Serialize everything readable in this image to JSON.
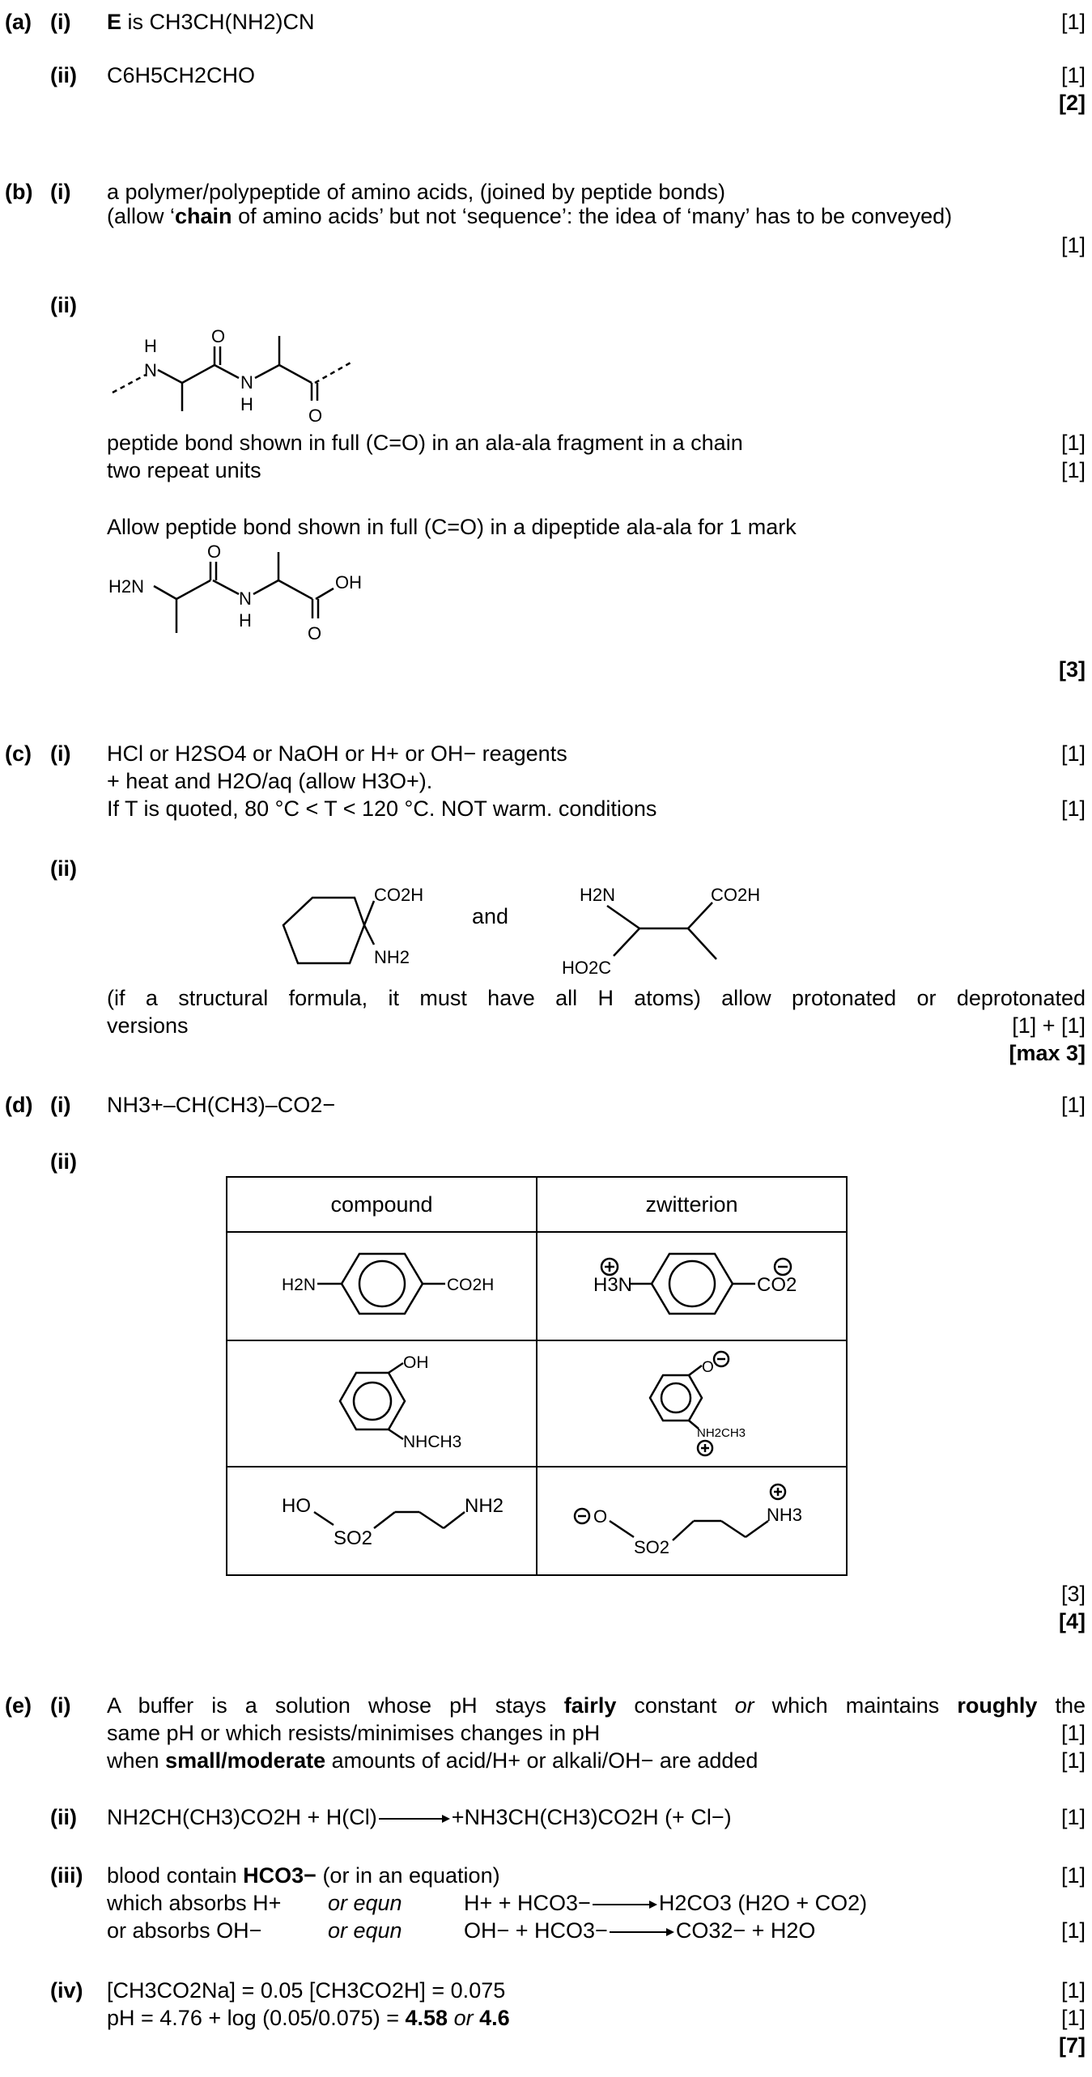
{
  "a": {
    "label": "(a)",
    "i_label": "(i)",
    "i_text_bold": "E",
    "i_text_rest": " is CH3CH(NH2)CN",
    "i_mark": "[1]",
    "ii_label": "(ii)",
    "ii_text": "C6H5CH2CHO",
    "ii_mark": "[1]",
    "total": "[2]"
  },
  "b": {
    "label": "(b)",
    "i_label": "(i)",
    "i_line1": "a polymer/polypeptide of amino acids, (joined by peptide bonds)",
    "i_line2_a": "(allow ‘",
    "i_line2_bold": "chain",
    "i_line2_b": " of amino acids’ but not ‘sequence’: the idea of ‘many’ has to be conveyed)",
    "i_mark": "[1]",
    "ii_label": "(ii)",
    "ii_line1": "peptide bond shown in full (C=O) in an ala-ala fragment in a chain",
    "ii_line1_mark": "[1]",
    "ii_line2": "two repeat units",
    "ii_line2_mark": "[1]",
    "ii_allow": "Allow peptide bond shown in full (C=O) in a dipeptide ala-ala for 1 mark",
    "total": "[3]",
    "struct1": {
      "n1": "H",
      "n1b": "N",
      "o1": "O",
      "n2": "N",
      "n2h": "H",
      "o2": "O"
    },
    "struct2": {
      "h2n": "H2N",
      "o1": "O",
      "n": "N",
      "h": "H",
      "oh": "OH",
      "o2": "O"
    }
  },
  "c": {
    "label": "(c)",
    "i_label": "(i)",
    "i_line1": "HCl or H2SO4 or NaOH or H+ or OH− reagents",
    "i_line1_mark": "[1]",
    "i_line2": "+ heat and H2O/aq (allow H3O+).",
    "i_line3": "If T is quoted, 80 °C < T < 120 °C. NOT warm. conditions",
    "i_line3_mark": "[1]",
    "ii_label": "(ii)",
    "ii_and": "and",
    "ii_struct1": {
      "co2h": "CO2H",
      "nh2": "NH2"
    },
    "ii_struct2": {
      "h2n": "H2N",
      "co2h": "CO2H",
      "ho2c": "HO2C"
    },
    "ii_note": "(if a structural formula, it must have all H atoms) allow protonated or deprotonated",
    "ii_note2": "versions",
    "ii_mark": "[1] + [1]",
    "total": "[max 3]"
  },
  "d": {
    "label": "(d)",
    "i_label": "(i)",
    "i_text": "NH3+–CH(CH3)–CO2−",
    "i_mark": "[1]",
    "ii_label": "(ii)",
    "table": {
      "headers": [
        "compound",
        "zwitterion"
      ],
      "rows": [
        {
          "compound": {
            "left": "H2N",
            "right": "CO2H"
          },
          "zwitterion": {
            "left": "H3N",
            "right": "CO2"
          }
        },
        {
          "compound": {
            "top": "OH",
            "bottom": "NHCH3"
          },
          "zwitterion": {
            "top": "O",
            "bottom": "NH2CH3"
          }
        },
        {
          "compound": {
            "ho": "HO",
            "so2": "SO2",
            "nh2": "NH2"
          },
          "zwitterion": {
            "o": "O",
            "so2": "SO2",
            "nh3": "NH3"
          }
        }
      ]
    },
    "ii_mark": "[3]",
    "total": "[4]"
  },
  "e": {
    "label": "(e)",
    "i_label": "(i)",
    "i_line1_a": "A buffer is a solution whose pH stays ",
    "i_line1_bold1": "fairly",
    "i_line1_b": " constant ",
    "i_line1_or": "or",
    "i_line1_c": " which maintains ",
    "i_line1_bold2": "roughly",
    "i_line1_d": " the",
    "i_line2": "same pH or which resists/minimises changes in pH",
    "i_line2_mark": "[1]",
    "i_line3_a": "when ",
    "i_line3_bold": "small/moderate",
    "i_line3_b": " amounts of acid/H+ or alkali/OH− are added",
    "i_line3_mark": "[1]",
    "ii_label": "(ii)",
    "ii_left": "NH2CH(CH3)CO2H + H(Cl)",
    "ii_right": "+NH3CH(CH3)CO2H (+ Cl−)",
    "ii_mark": "[1]",
    "iii_label": "(iii)",
    "iii_line1_a": "blood contain ",
    "iii_line1_bold": "HCO3−",
    "iii_line1_b": " (or in an equation)",
    "iii_line1_mark": "[1]",
    "iii_line2_a": "which absorbs H+",
    "iii_line2_b": "or equn",
    "iii_line2_c": "H+ + HCO3−",
    "iii_line2_d": "H2CO3 (H2O + CO2)",
    "iii_line3_a": "or absorbs OH−",
    "iii_line3_b": "or equn",
    "iii_line3_c": "OH− + HCO3−",
    "iii_line3_d": "CO32− + H2O",
    "iii_line3_mark": "[1]",
    "iv_label": "(iv)",
    "iv_line1": "[CH3CO2Na] = 0.05 [CH3CO2H] = 0.075",
    "iv_line1_mark": "[1]",
    "iv_line2_a": "pH = 4.76 + log (0.05/0.075) = ",
    "iv_line2_bold1": "4.58",
    "iv_line2_or": " or ",
    "iv_line2_bold2": "4.6",
    "iv_line2_mark": "[1]",
    "total": "[7]"
  }
}
